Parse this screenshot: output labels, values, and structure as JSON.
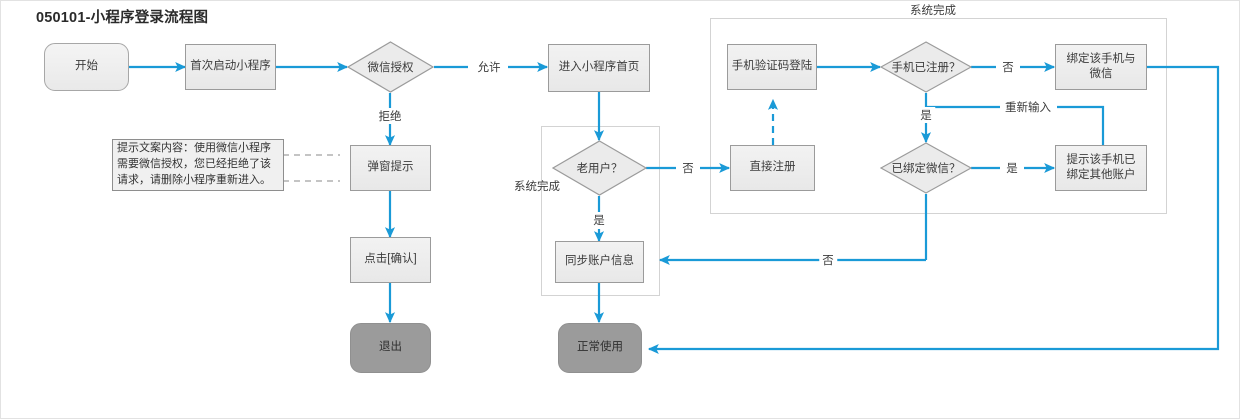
{
  "diagram": {
    "title": "050101-小程序登录流程图",
    "accent_color": "#1a9ad7",
    "node_fill": "#ececec",
    "node_stroke": "#9b9b9b",
    "end_fill": "#9b9b9b"
  },
  "nodes": {
    "start": "开始",
    "first_launch": "首次启动小程序",
    "wechat_auth": "微信授权",
    "enter_home": "进入小程序首页",
    "popup_tip": "弹窗提示",
    "click_confirm": "点击[确认]",
    "exit": "退出",
    "note_text": "提示文案内容：使用微信小程序需要微信授权，您已经拒绝了该请求，请删除小程序重新进入。",
    "old_user": "老用户？",
    "sync_account": "同步账户信息",
    "normal_use": "正常使用",
    "sms_login": "手机验证码登陆",
    "direct_register": "直接注册",
    "phone_registered": "手机已注册？",
    "bind_phone_wechat": "绑定该手机与微信",
    "wechat_bound": "已绑定微信？",
    "phone_bound_other": "提示该手机已绑定其他账户"
  },
  "edge_labels": {
    "allow": "允许",
    "reject": "拒绝",
    "old_user_yes": "是",
    "old_user_no": "否",
    "phone_registered_no": "否",
    "phone_registered_yes": "是",
    "wechat_bound_yes": "是",
    "wechat_bound_no": "否",
    "reenter": "重新输入"
  },
  "groups": {
    "left_group_label": "系统完成",
    "right_group_label": "系统完成"
  }
}
